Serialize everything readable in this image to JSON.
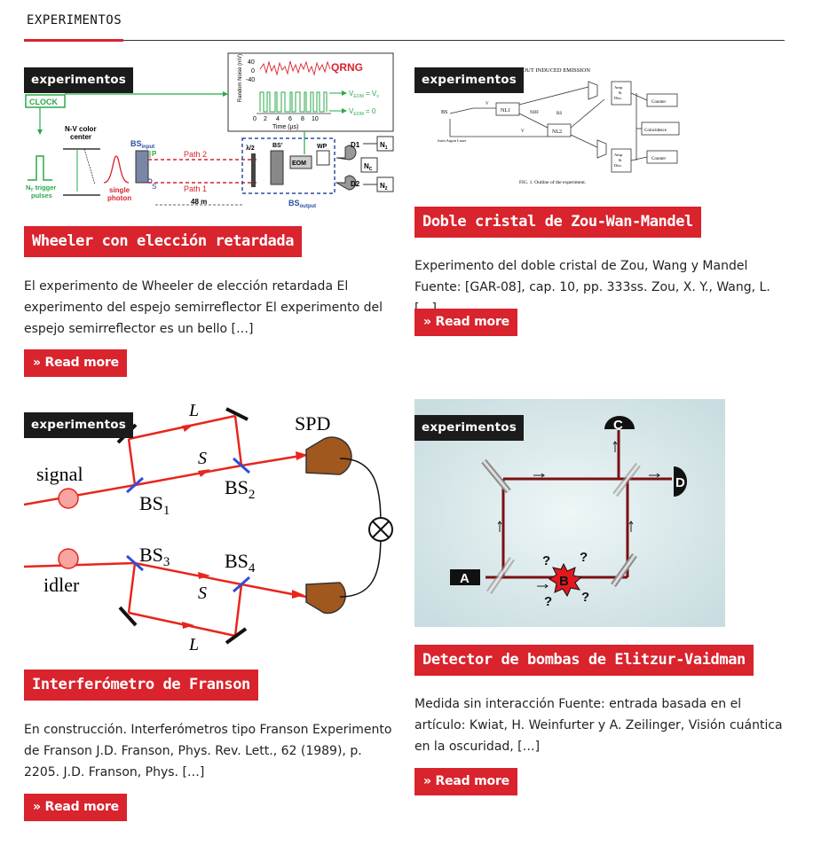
{
  "section": {
    "title": "EXPERIMENTOS"
  },
  "posts": [
    {
      "category": "experimentos",
      "title": "Wheeler con elección retardada",
      "excerpt": "El experimento de Wheeler de elección retardada El experimento del espejo semirreflector  El experimento del espejo semirreflector es un bello […]",
      "read_more": "» Read more",
      "figure": {
        "qrng": "QRNG",
        "noise_axis": "Random Noise (mV)",
        "noise_ticks": [
          "40",
          "0",
          "-40"
        ],
        "veom_vx": "V",
        "veom_vx_sub": "EOM",
        "veom_vx_tail": " = V",
        "veom_vx_tail_sub": "x",
        "veom_0_tail": " = 0",
        "time_ticks": [
          "0",
          "2",
          "4",
          "6",
          "8",
          "10"
        ],
        "time_label": "Time (µs)",
        "clock": "CLOCK",
        "nv1": "N-V color",
        "nv2": "center",
        "trig1": "N",
        "trig1_sub": "T",
        "trig1_tail": " trigger",
        "trig2": "pulses",
        "single1": "single",
        "single2": "photon",
        "bs_input": "BS",
        "bs_input_sub": "input",
        "p_label": "P",
        "s_label": "S",
        "path2": "Path 2",
        "path1": "Path 1",
        "dist": "48 m",
        "lambda": "λ/2",
        "bs_prime": "BS'",
        "eom": "EOM",
        "wp": "WP",
        "d1": "D1",
        "d2": "D2",
        "n1": "N",
        "n1_sub": "1",
        "n2": "N",
        "n2_sub": "2",
        "nc": "N",
        "nc_sub": "C",
        "bs_output": "BS",
        "bs_output_sub": "output"
      }
    },
    {
      "category": "experimentos",
      "title": "Doble cristal de Zou-Wan-Mandel",
      "excerpt": "Experimento del doble cristal de Zou, Wang y Mandel Fuente: [GAR-08], cap. 10, pp. 333ss.  Zou, X. Y., Wang, L. […]",
      "read_more": "» Read more",
      "figure": {
        "heading": "COHERENCE WITHOUT INDUCED EMISSION",
        "bs": "BS",
        "from_laser": "from Argon Laser",
        "nl1": "NL1",
        "nl2": "NL2",
        "ndf": "NDF",
        "bs0": "BS",
        "v1": "V",
        "v2": "V",
        "amp1": "Amp.",
        "amp2": "&",
        "amp3": "Disc.",
        "counter": "Counter",
        "coincidence": "Coincidence",
        "caption": "FIG. 1.  Outline of the experiment."
      }
    },
    {
      "category": "experimentos",
      "title": "Interferómetro de Franson",
      "excerpt": "En construcción. Interferómetros tipo Franson  Experimento de Franson  J.D. Franson, Phys. Rev. Lett., 62 (1989), p. 2205. J.D. Franson, Phys. […]",
      "read_more": "» Read more",
      "figure": {
        "signal": "signal",
        "idler": "idler",
        "spd": "SPD",
        "L": "L",
        "S": "S",
        "bs": "BS",
        "bs1": "1",
        "bs2": "2",
        "bs3": "3",
        "bs4": "4"
      }
    },
    {
      "category": "experimentos",
      "title": "Detector de bombas de Elitzur-Vaidman",
      "excerpt": "Medida sin interacción Fuente: entrada basada en el artículo:  Kwiat, H. Weinfurter y A. Zeilinger, Visión cuántica en la oscuridad, […]",
      "read_more": "» Read more",
      "figure": {
        "a": "A",
        "b": "B",
        "c": "C",
        "d": "D",
        "q": "?"
      }
    }
  ]
}
